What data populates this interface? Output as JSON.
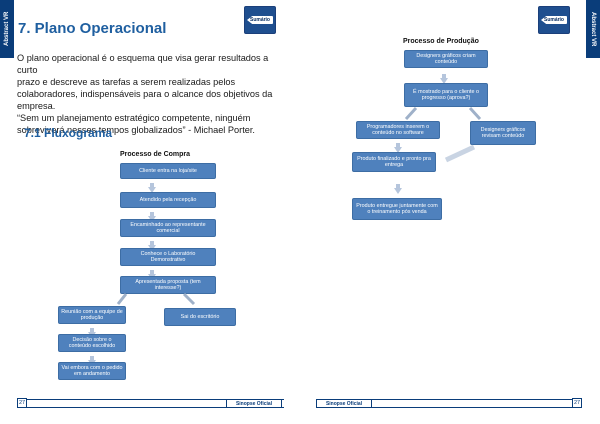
{
  "left_page": {
    "side_tab": "Abstract VR",
    "sumario": "Sumário",
    "heading": "7. Plano Operacional",
    "paragraph_lines": [
      "O plano operacional é o esquema que visa gerar resultados a curto",
      "prazo e descreve as tarefas a serem realizadas pelos",
      "colaboradores, indispensáveis para o alcance dos objetivos da",
      "empresa.",
      "“Sem um planejamento estratégico competente, ninguém",
      "sobreviverá nesses tempos globalizados” - Michael Porter."
    ],
    "subheading": "7.1 Fluxograma",
    "flow_title": "Processo de Compra",
    "flow_steps": [
      "Cliente entra na loja/site",
      "Atendido pela recepção",
      "Encaminhado ao representante comercial",
      "Conhece o Laboratório Demonstrativo",
      "Apresentada proposta (tem interesse?)",
      "Reunião com a equipe de produção",
      "Decisão sobre o conteúdo escolhido",
      "Vai embora com o pedido em andamento",
      "Sai do escritório"
    ],
    "page_number": "27",
    "footer": "Sinopse Oficial"
  },
  "right_page": {
    "side_tab": "Abstract VR",
    "sumario": "Sumário",
    "flow_title": "Processo de Produção",
    "flow_steps": [
      "Designers gráficos criam conteúdo",
      "É mostrado para o cliente o progresso (aprova?)",
      "Programadores inserem o conteúdo no software",
      "Designers gráficos revisam conteúdo",
      "Produto finalizado e pronto pra entrega",
      "Produto entregue juntamente com o treinamento pós venda"
    ],
    "page_number": "27",
    "footer": "Sinopse Oficial"
  },
  "colors": {
    "brand_blue": "#0a3d7a",
    "heading_blue": "#1f5fa0",
    "flow_box": "#4f81bd",
    "flow_arrow": "#b5c5dc"
  }
}
